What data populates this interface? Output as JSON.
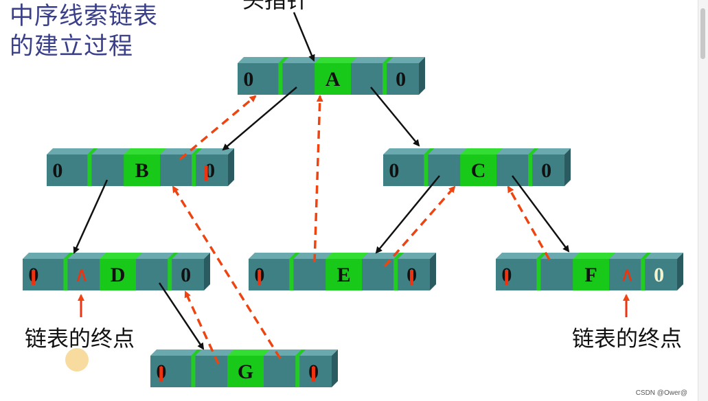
{
  "title": {
    "line1": "中序线索链表",
    "line2": "的建立过程"
  },
  "head_pointer_label": "头指针",
  "end_label": "链表的终点",
  "watermark": "CSDN @Ower@",
  "nodes": [
    {
      "id": "A",
      "left": "0",
      "middle": "A",
      "right": "0"
    },
    {
      "id": "B",
      "left": "0",
      "middle": "B",
      "right": "0"
    },
    {
      "id": "C",
      "left": "0",
      "middle": "C",
      "right": "0"
    },
    {
      "id": "D",
      "left": "0",
      "lthread": "∧",
      "middle": "D",
      "right": "0"
    },
    {
      "id": "E",
      "left": "0",
      "middle": "E",
      "right": "0"
    },
    {
      "id": "F",
      "left": "0",
      "middle": "F",
      "rthread": "∧",
      "right": "0"
    },
    {
      "id": "G",
      "left": "0",
      "middle": "G",
      "right": "0"
    }
  ],
  "colors": {
    "title": "#3a3f8a",
    "node_fill": "#3f8085",
    "node_top": "#6aa9ad",
    "node_side": "#2a5b60",
    "separator": "#22cc22",
    "data_cell": "#19c919",
    "child_link": "#111111",
    "thread_link": "#ee4411",
    "end_arrow": "#ee3311"
  }
}
